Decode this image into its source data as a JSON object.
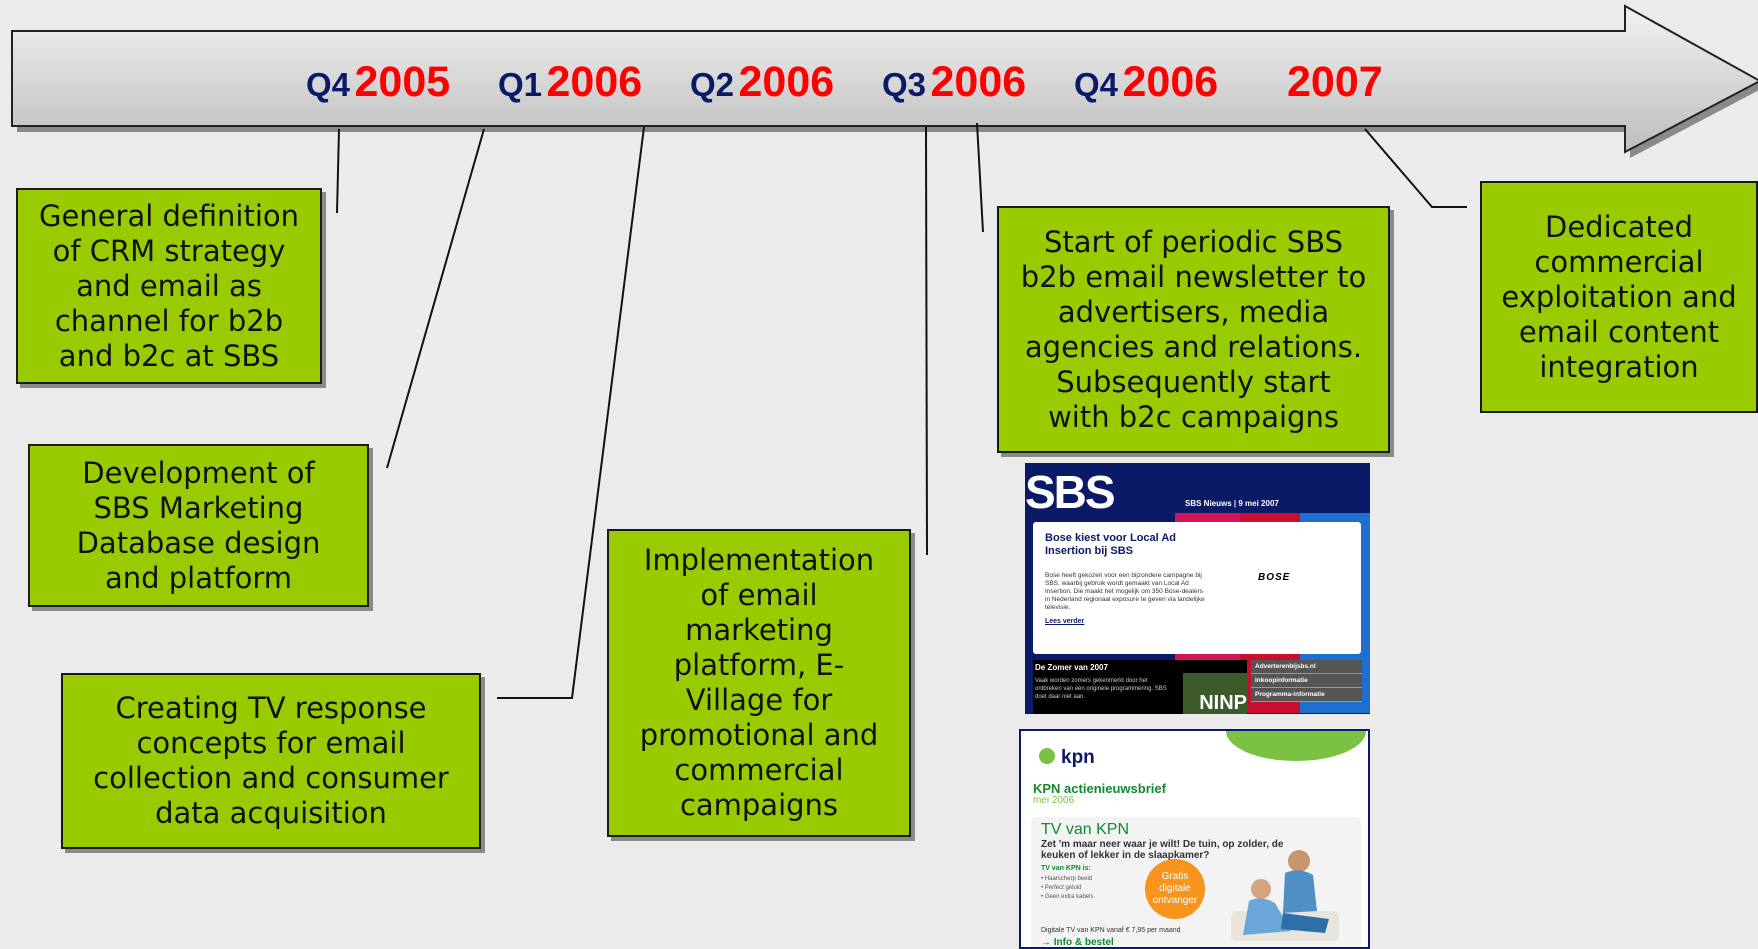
{
  "timeline": {
    "periods": [
      {
        "quarter": "Q4",
        "year": "2005"
      },
      {
        "quarter": "Q1",
        "year": "2006"
      },
      {
        "quarter": "Q2",
        "year": "2006"
      },
      {
        "quarter": "Q3",
        "year": "2006"
      },
      {
        "quarter": "Q4",
        "year": "2006"
      },
      {
        "quarter": "",
        "year": "2007"
      }
    ]
  },
  "boxes": [
    {
      "lines": [
        "General definition",
        "of CRM strategy",
        "and email as",
        "channel for b2b",
        "and b2c at SBS"
      ]
    },
    {
      "lines": [
        "Development of",
        "SBS Marketing",
        "Database design",
        "and platform"
      ]
    },
    {
      "lines": [
        "Creating TV response",
        "concepts for email",
        "collection and consumer",
        "data acquisition"
      ]
    },
    {
      "lines": [
        "Implementation",
        "of email",
        "marketing",
        "platform, E-",
        "Village for",
        "promotional and",
        "commercial",
        "campaigns"
      ]
    },
    {
      "lines": [
        "Start of periodic SBS",
        "b2b email newsletter to",
        "advertisers, media",
        "agencies and relations.",
        "Subsequently start",
        "with b2c campaigns"
      ]
    },
    {
      "lines": [
        "Dedicated",
        "commercial",
        "exploitation and",
        "email content",
        "integration"
      ]
    }
  ],
  "sbs_newsletter": {
    "logo": "SBS",
    "date": "SBS Nieuws | 9 mei 2007",
    "headline": "Bose kiest voor Local Ad Insertion bij SBS",
    "body": "Bose heeft gekozen voor een bijzondere campagne bij SBS, waarbij gebruik wordt gemaakt van Local Ad Insertion. Die maakt het mogelijk om 350 Bose-dealers in Nederland regionaal exposure te geven via landelijke televisie.",
    "link": "Lees verder",
    "brand": "BOSE",
    "section_title": "De Zomer van 2007",
    "section_body": "Vaak worden zomers gekenmerkt door het ontbreken van een originele programmering. SBS doet daar niet aan.",
    "promo": "NINP",
    "menu": [
      "Adverterenbijsbs.nl",
      "Inkoopinformatie",
      "Programma-informatie"
    ]
  },
  "kpn_newsletter": {
    "logo": "kpn",
    "title": "KPN actienieuwsbrief",
    "subtitle": "mei 2006",
    "product": "TV van KPN",
    "tagline": "Zet 'm maar neer waar je wilt! De tuin, op zolder, de keuken of lekker in de slaapkamer?",
    "list_heading": "TV van KPN is:",
    "list": [
      "Haarscherp beeld",
      "Perfect geluid",
      "Geen extra kabels"
    ],
    "badge": [
      "Gratis",
      "digitale",
      "ontvanger"
    ],
    "price": "Digitale TV van KPN vanaf € 7,95 per maand",
    "cta": "→ Info & bestel"
  },
  "colors": {
    "arrow": "#d6d6d6",
    "box": "#99cc00",
    "quarter": "#0b1a66",
    "year": "#ff0000"
  }
}
